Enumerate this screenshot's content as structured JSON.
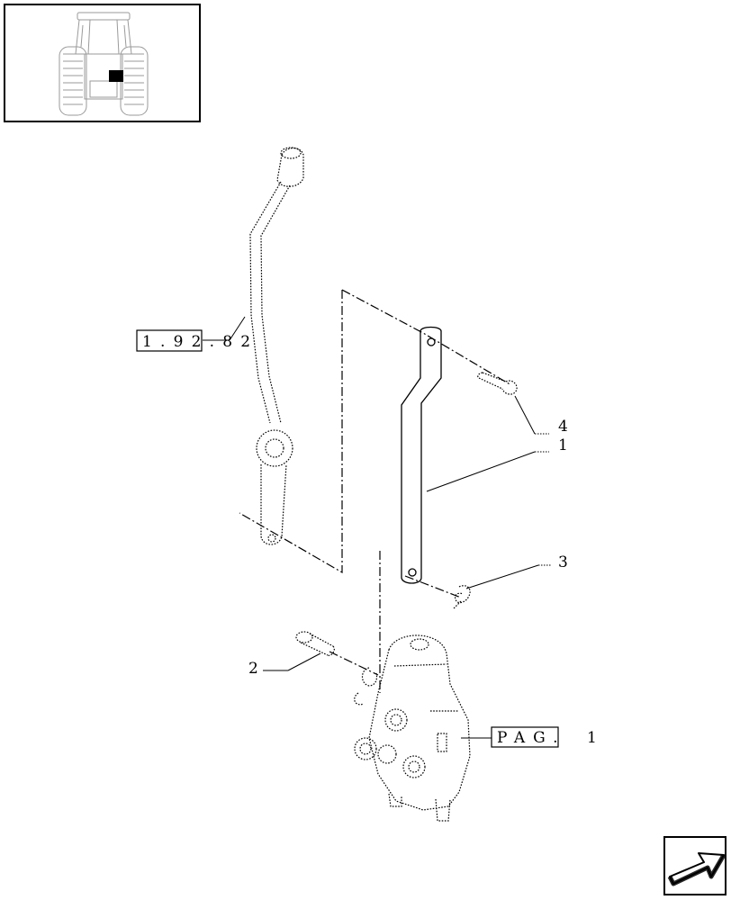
{
  "thumbnail": {
    "icon": "tractor-rear-view-icon",
    "highlight_color": "#000000"
  },
  "references": {
    "lever_group": "1.92.82",
    "page_ref_label": "PAG.",
    "page_ref_number": "1"
  },
  "callouts": {
    "c1": "1",
    "c2": "2",
    "c3": "3",
    "c4": "4"
  },
  "nav": {
    "icon": "next-page-arrow-icon"
  }
}
